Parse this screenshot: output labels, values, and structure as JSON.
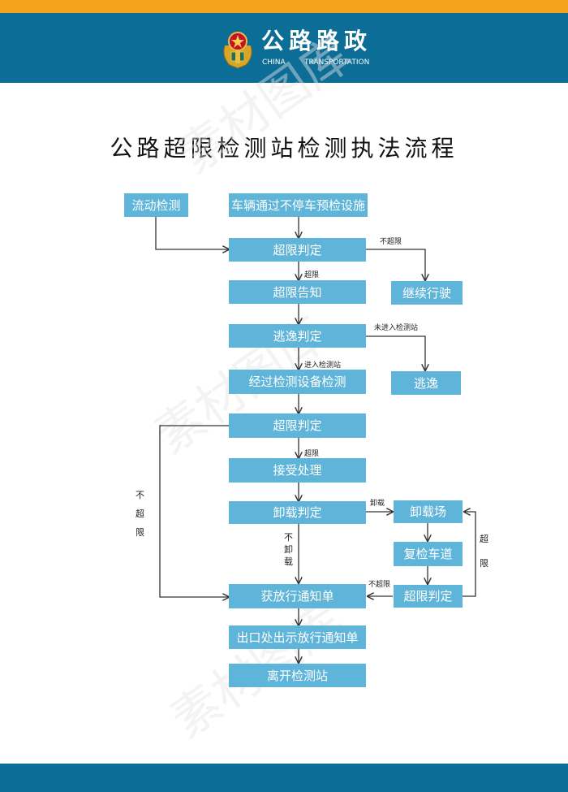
{
  "header": {
    "brand_name": "公路路政",
    "brand_en_1": "CHINA",
    "brand_en_2": "TRANSPORTATION"
  },
  "title": "公路超限检测站检测执法流程",
  "watermark": "素材图库",
  "colors": {
    "top_stripe": "#f4a21b",
    "header_band": "#0c6d96",
    "node_fill": "#5fb4d9",
    "footer_band": "#0c6d96"
  },
  "nodes": {
    "mobile_detect": "流动检测",
    "pre_check": "车辆通过不停车预检设施",
    "overlimit_judge_1": "超限判定",
    "continue_drive": "继续行驶",
    "overlimit_notice": "超限告知",
    "escape_judge": "逃逸判定",
    "escape": "逃逸",
    "station_detect": "经过检测设备检测",
    "overlimit_judge_2": "超限判定",
    "accept_process": "接受处理",
    "unload_judge": "卸载判定",
    "unload_yard": "卸载场",
    "recheck_lane": "复检车道",
    "overlimit_judge_3": "超限判定",
    "release_notice": "获放行通知单",
    "show_notice": "出口处出示放行通知单",
    "leave_station": "离开检测站"
  },
  "edge_labels": {
    "not_overlimit_1": "不超限",
    "overlimit_1": "超限",
    "not_enter_station": "未进入检测站",
    "enter_station": "进入检测站",
    "overlimit_2": "超限",
    "not_overlimit_left": [
      "不",
      "超",
      "限"
    ],
    "unload": "卸载",
    "not_unload": [
      "不",
      "卸",
      "载"
    ],
    "not_overlimit_3": "不超限",
    "overlimit_right": [
      "超",
      "限"
    ]
  }
}
